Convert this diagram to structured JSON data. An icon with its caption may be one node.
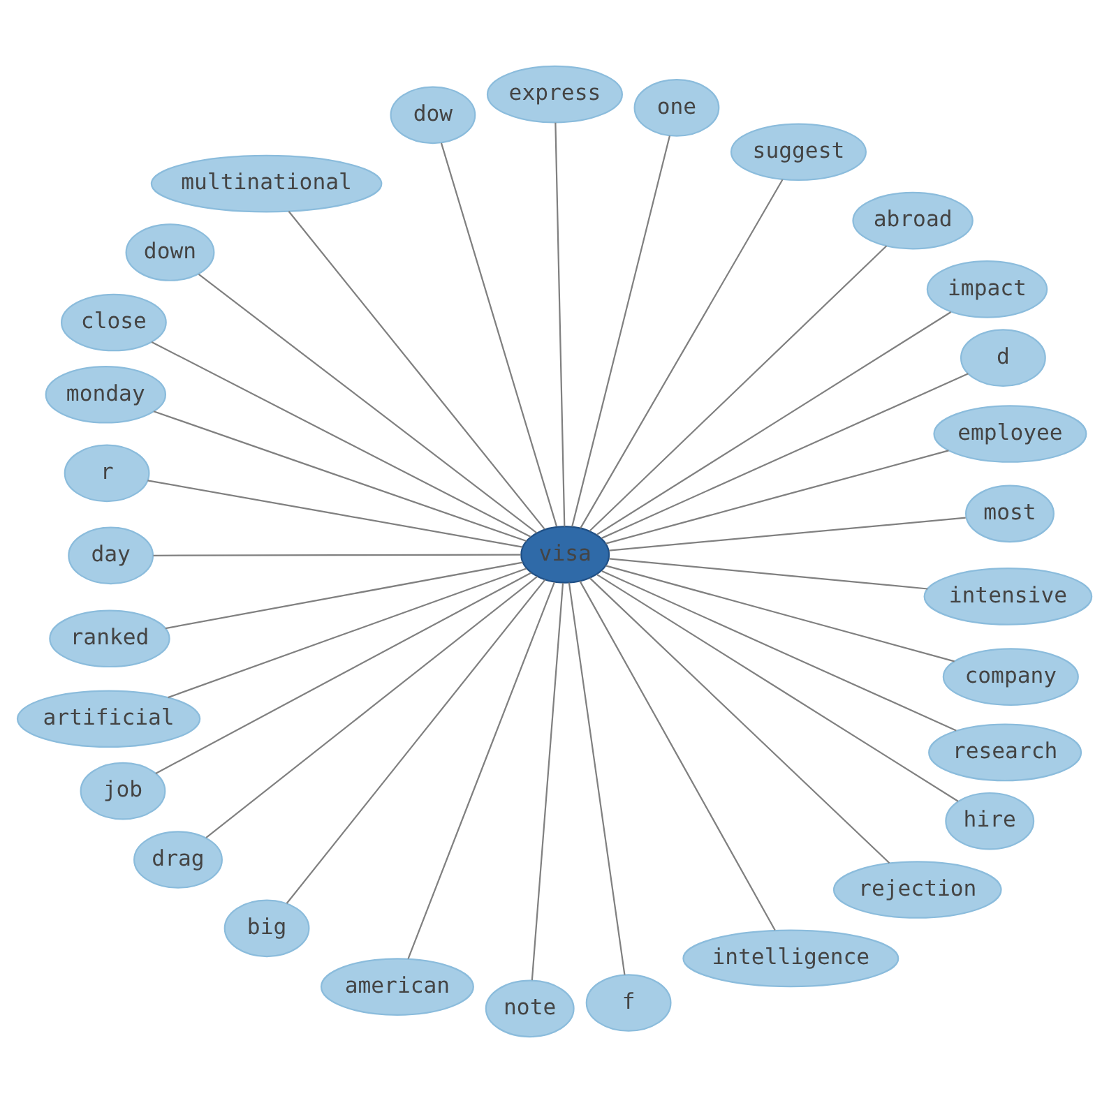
{
  "diagram": {
    "nodes": [
      {
        "text": [
          "most"
        ]
      },
      {
        "text": [
          "employee"
        ]
      },
      {
        "text": [
          "d"
        ]
      },
      {
        "text": [
          "impact"
        ]
      },
      {
        "text": [
          "abroad"
        ]
      },
      {
        "text": [
          "suggest"
        ]
      },
      {
        "text": [
          "one"
        ]
      },
      {
        "text": [
          "express"
        ]
      },
      {
        "text": [
          "dow"
        ]
      },
      {
        "text": [
          "multinational"
        ]
      },
      {
        "text": [
          "down"
        ]
      },
      {
        "text": [
          "close"
        ]
      },
      {
        "text": [
          "monday"
        ]
      },
      {
        "text": [
          "r"
        ]
      },
      {
        "text": [
          "day"
        ]
      },
      {
        "text": [
          "visa"
        ]
      },
      {
        "text": [
          "ranked"
        ]
      },
      {
        "text": [
          "artificial"
        ]
      },
      {
        "text": [
          "job"
        ]
      },
      {
        "text": [
          "drag"
        ]
      },
      {
        "text": [
          "big"
        ]
      },
      {
        "text": [
          "american"
        ]
      },
      {
        "text": [
          "note"
        ]
      },
      {
        "text": [
          "f"
        ]
      },
      {
        "text": [
          "intelligence"
        ]
      },
      {
        "text": [
          "rejection"
        ]
      },
      {
        "text": [
          "hire"
        ]
      },
      {
        "text": [
          "research"
        ]
      },
      {
        "text": [
          "company"
        ]
      },
      {
        "text": [
          "intensive"
        ]
      }
    ],
    "edges": [
      {
        "from": 15,
        "to": 0,
        "arrow": "none"
      },
      {
        "from": 15,
        "to": 1,
        "arrow": "none"
      },
      {
        "from": 15,
        "to": 2,
        "arrow": "none"
      },
      {
        "from": 15,
        "to": 3,
        "arrow": "none"
      },
      {
        "from": 15,
        "to": 4,
        "arrow": "none"
      },
      {
        "from": 15,
        "to": 5,
        "arrow": "none"
      },
      {
        "from": 15,
        "to": 6,
        "arrow": "none"
      },
      {
        "from": 15,
        "to": 7,
        "arrow": "none"
      },
      {
        "from": 15,
        "to": 8,
        "arrow": "none"
      },
      {
        "from": 15,
        "to": 9,
        "arrow": "none"
      },
      {
        "from": 15,
        "to": 10,
        "arrow": "none"
      },
      {
        "from": 15,
        "to": 11,
        "arrow": "none"
      },
      {
        "from": 15,
        "to": 12,
        "arrow": "none"
      },
      {
        "from": 15,
        "to": 13,
        "arrow": "none"
      },
      {
        "from": 15,
        "to": 14,
        "arrow": "none"
      },
      {
        "from": 15,
        "to": 16,
        "arrow": "none"
      },
      {
        "from": 15,
        "to": 17,
        "arrow": "none"
      },
      {
        "from": 15,
        "to": 18,
        "arrow": "none"
      },
      {
        "from": 15,
        "to": 19,
        "arrow": "none"
      },
      {
        "from": 15,
        "to": 20,
        "arrow": "none"
      },
      {
        "from": 15,
        "to": 21,
        "arrow": "none"
      },
      {
        "from": 15,
        "to": 22,
        "arrow": "none"
      },
      {
        "from": 15,
        "to": 23,
        "arrow": "none"
      },
      {
        "from": 15,
        "to": 24,
        "arrow": "none"
      },
      {
        "from": 15,
        "to": 25,
        "arrow": "none"
      },
      {
        "from": 15,
        "to": 26,
        "arrow": "none"
      },
      {
        "from": 15,
        "to": 27,
        "arrow": "none"
      },
      {
        "from": 15,
        "to": 28,
        "arrow": "none"
      },
      {
        "from": 15,
        "to": 29,
        "arrow": "none"
      }
    ]
  }
}
